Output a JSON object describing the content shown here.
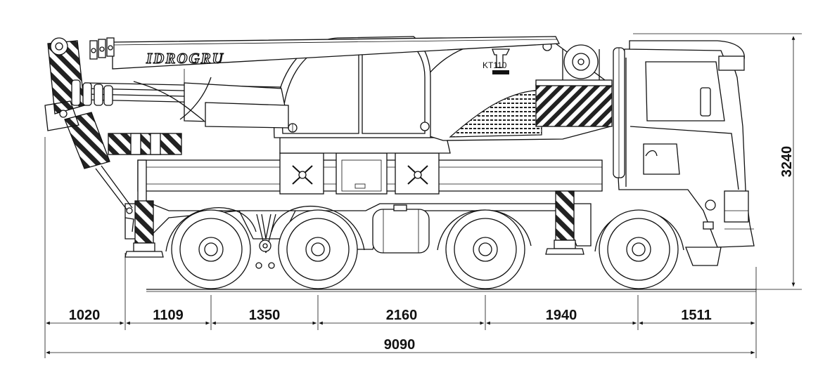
{
  "brand": "IDROGRU",
  "model": "KT110",
  "dimensions": {
    "height": "3240",
    "segments": [
      "1020",
      "1109",
      "1350",
      "2160",
      "1940",
      "1511"
    ],
    "overall": "9090"
  },
  "colors": {
    "line": "#111111",
    "background": "#ffffff"
  }
}
